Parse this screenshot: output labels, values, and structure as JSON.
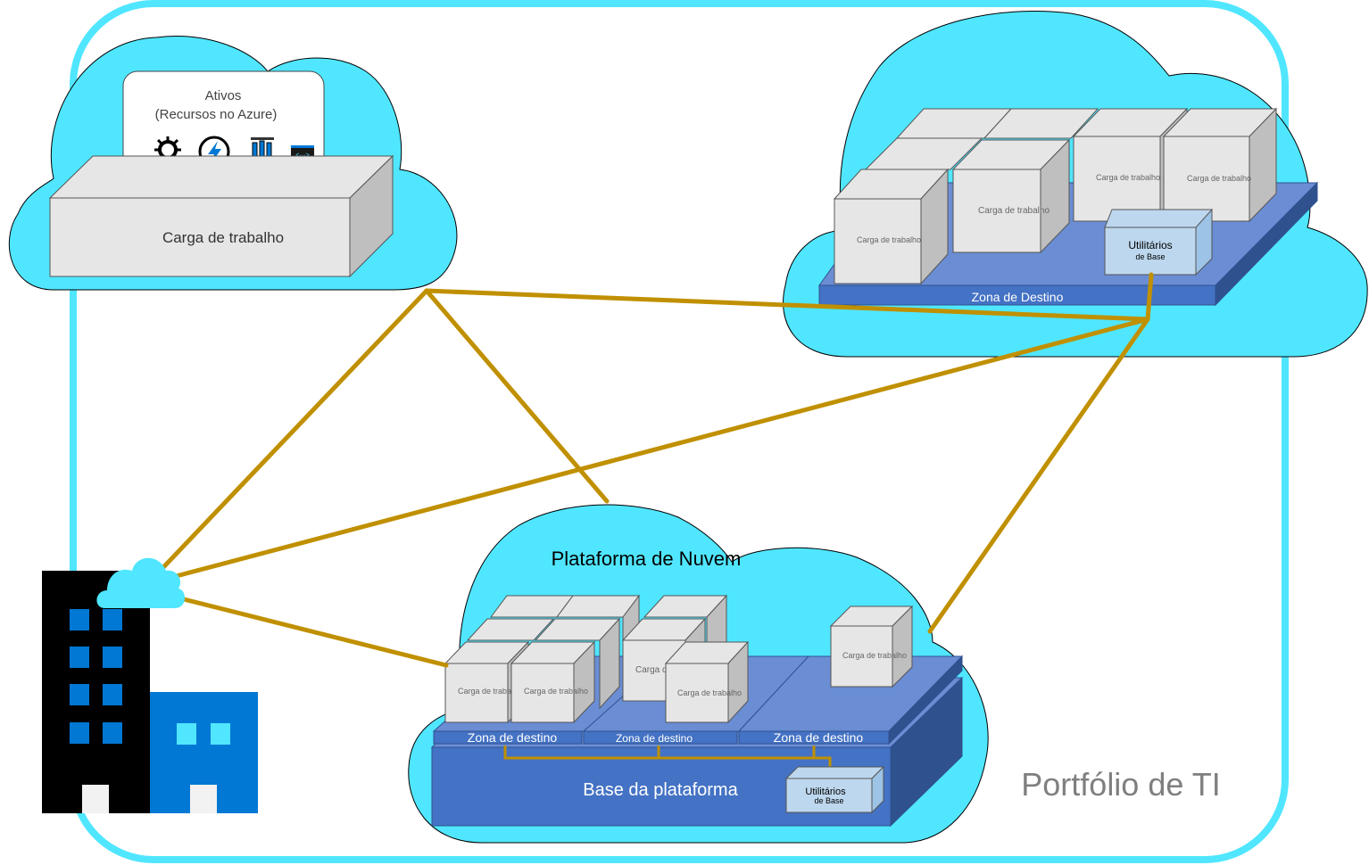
{
  "portfolio": {
    "label": "Portfólio de TI"
  },
  "workload_cloud": {
    "assets_title": "Ativos",
    "assets_subtitle": "(Recursos no Azure)",
    "workload_label": "Carga de trabalho",
    "asset_icons": [
      "gear-icon",
      "function-lightning-icon",
      "test-tubes-icon",
      "api-window-icon"
    ]
  },
  "landing_zone_cloud": {
    "workload_labels": [
      "Carga de trabalho",
      "Carga de trabalho",
      "Carga de trabalho",
      "Carga de trabalho"
    ],
    "utilities_line1": "Utilitários",
    "utilities_line2": "de Base",
    "zone_label": "Zona de Destino"
  },
  "platform_cloud": {
    "title": "Plataforma de Nuvem",
    "workload_labels": [
      "Carga de trabalho",
      "Carga de trabalho",
      "Carga de trabalho",
      "Carga de trabalho",
      "Carga de trabalho"
    ],
    "zone_labels": [
      "Zona de destino",
      "Zona de destino",
      "Zona de destino"
    ],
    "foundation_label": "Base da plataforma",
    "utilities_line1": "Utilitários",
    "utilities_line2": "de Base"
  },
  "on_premises": {
    "icon": "office-building-cloud-icon"
  },
  "colors": {
    "cloud": "#50e6ff",
    "portfolio_border": "#50e6ff",
    "connection": "#c09000",
    "platform_blue": "#4472c4",
    "platform_blue_dark": "#2f528f",
    "box_face": "#e7e6e6",
    "box_side": "#bfbfbf"
  }
}
